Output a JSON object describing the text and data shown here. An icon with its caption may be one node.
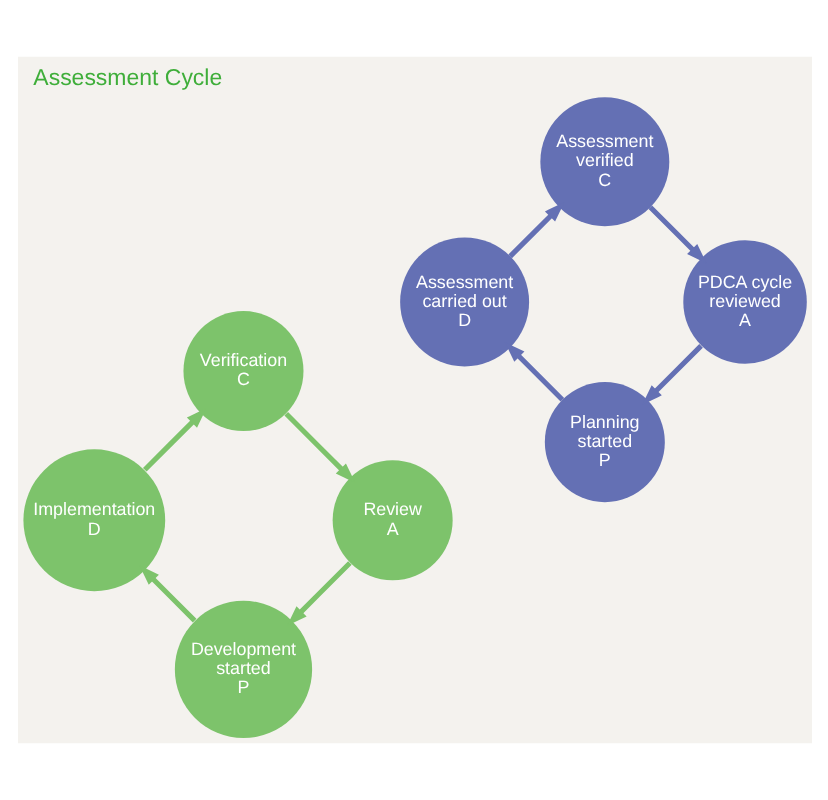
{
  "diagram": {
    "title": "Assessment Cycle",
    "nodes": [
      {
        "text": [
          "Planning started",
          "P"
        ]
      },
      {
        "text": [
          "Development started",
          "P"
        ]
      },
      {
        "text": [
          "PDCA cycle reviewed",
          "A"
        ]
      },
      {
        "text": [
          "Review",
          "A"
        ]
      },
      {
        "text": [
          "Assessment carried out",
          "D"
        ]
      },
      {
        "text": [
          "Implementation",
          "D"
        ]
      },
      {
        "text": [
          "Assessment verified",
          "C"
        ]
      },
      {
        "text": [
          "Verification",
          "C"
        ]
      }
    ],
    "edges": [
      {
        "from": 0,
        "to": 4,
        "arrow": "to",
        "color": "#6470b4"
      },
      {
        "from": 4,
        "to": 6,
        "arrow": "to",
        "color": "#6470b4"
      },
      {
        "from": 6,
        "to": 2,
        "arrow": "to",
        "color": "#6470b4"
      },
      {
        "from": 2,
        "to": 0,
        "arrow": "to",
        "color": "#6470b4"
      },
      {
        "from": 1,
        "to": 5,
        "arrow": "to",
        "color": "#7dc36b"
      },
      {
        "from": 5,
        "to": 7,
        "arrow": "to",
        "color": "#7dc36b"
      },
      {
        "from": 7,
        "to": 3,
        "arrow": "to",
        "color": "#7dc36b"
      },
      {
        "from": 3,
        "to": 1,
        "arrow": "to",
        "color": "#7dc36b"
      }
    ]
  }
}
